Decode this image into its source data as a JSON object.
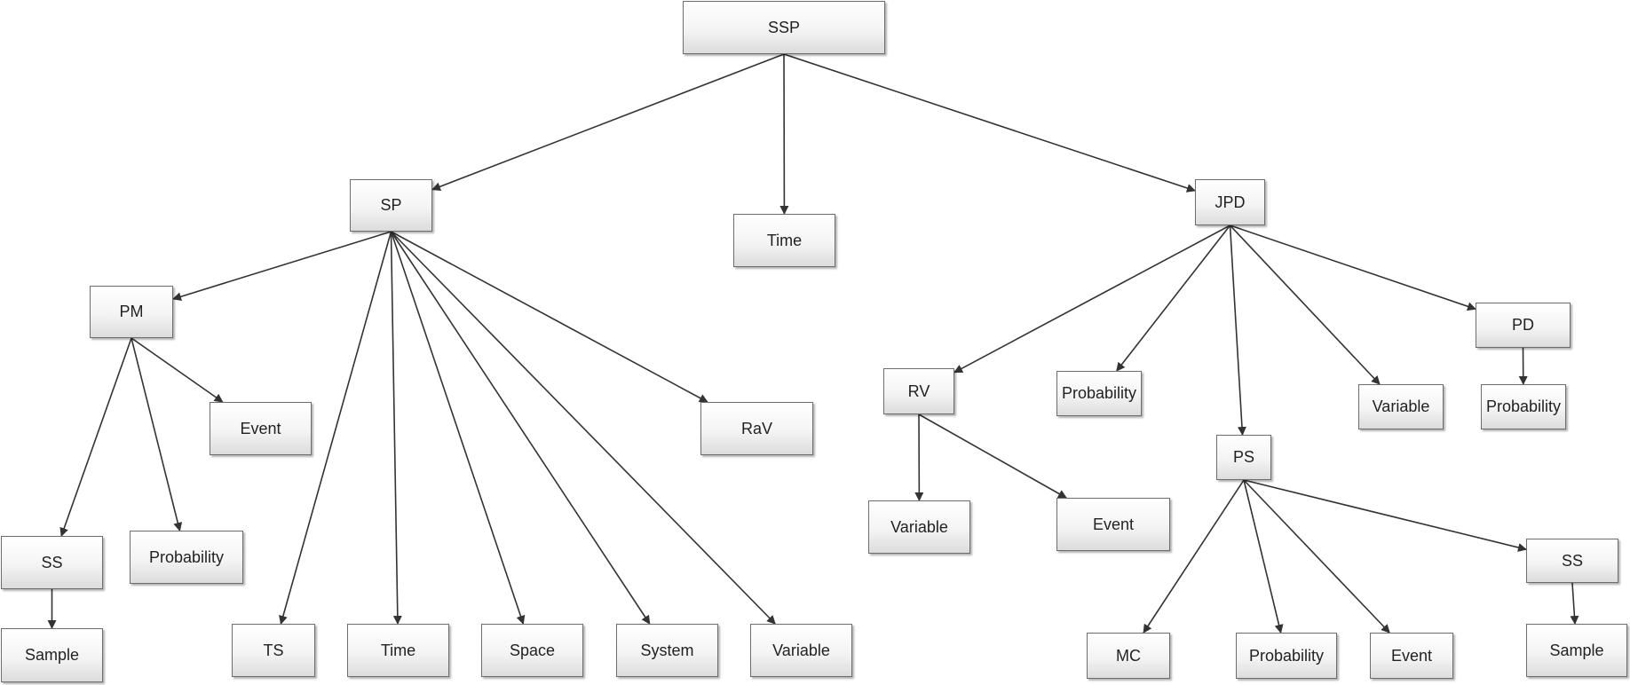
{
  "nodes": {
    "ssp": "SSP",
    "sp": "SP",
    "time_root": "Time",
    "jpd": "JPD",
    "pm": "PM",
    "event_pm": "Event",
    "rav": "RaV",
    "ss_pm": "SS",
    "probability_pm": "Probability",
    "sample_pm": "Sample",
    "ts": "TS",
    "time_sp": "Time",
    "space": "Space",
    "system": "System",
    "variable_sp": "Variable",
    "rv": "RV",
    "probability_jpd": "Probability",
    "variable_jpd": "Variable",
    "pd": "PD",
    "probability_pd": "Probability",
    "ps": "PS",
    "variable_rv": "Variable",
    "event_rv": "Event",
    "mc": "MC",
    "probability_ps": "Probability",
    "event_ps": "Event",
    "ss_ps": "SS",
    "sample_ps": "Sample"
  },
  "edges": [
    [
      "ssp",
      "sp"
    ],
    [
      "ssp",
      "time_root"
    ],
    [
      "ssp",
      "jpd"
    ],
    [
      "sp",
      "pm"
    ],
    [
      "sp",
      "ts"
    ],
    [
      "sp",
      "time_sp"
    ],
    [
      "sp",
      "space"
    ],
    [
      "sp",
      "system"
    ],
    [
      "sp",
      "variable_sp"
    ],
    [
      "sp",
      "rav"
    ],
    [
      "pm",
      "ss_pm"
    ],
    [
      "pm",
      "probability_pm"
    ],
    [
      "pm",
      "event_pm"
    ],
    [
      "ss_pm",
      "sample_pm"
    ],
    [
      "jpd",
      "rv"
    ],
    [
      "jpd",
      "probability_jpd"
    ],
    [
      "jpd",
      "ps"
    ],
    [
      "jpd",
      "variable_jpd"
    ],
    [
      "jpd",
      "pd"
    ],
    [
      "pd",
      "probability_pd"
    ],
    [
      "rv",
      "variable_rv"
    ],
    [
      "rv",
      "event_rv"
    ],
    [
      "ps",
      "mc"
    ],
    [
      "ps",
      "probability_ps"
    ],
    [
      "ps",
      "event_ps"
    ],
    [
      "ps",
      "ss_ps"
    ],
    [
      "ss_ps",
      "sample_ps"
    ]
  ],
  "colors": {
    "line": "#333333",
    "border": "#6d6d6d"
  }
}
